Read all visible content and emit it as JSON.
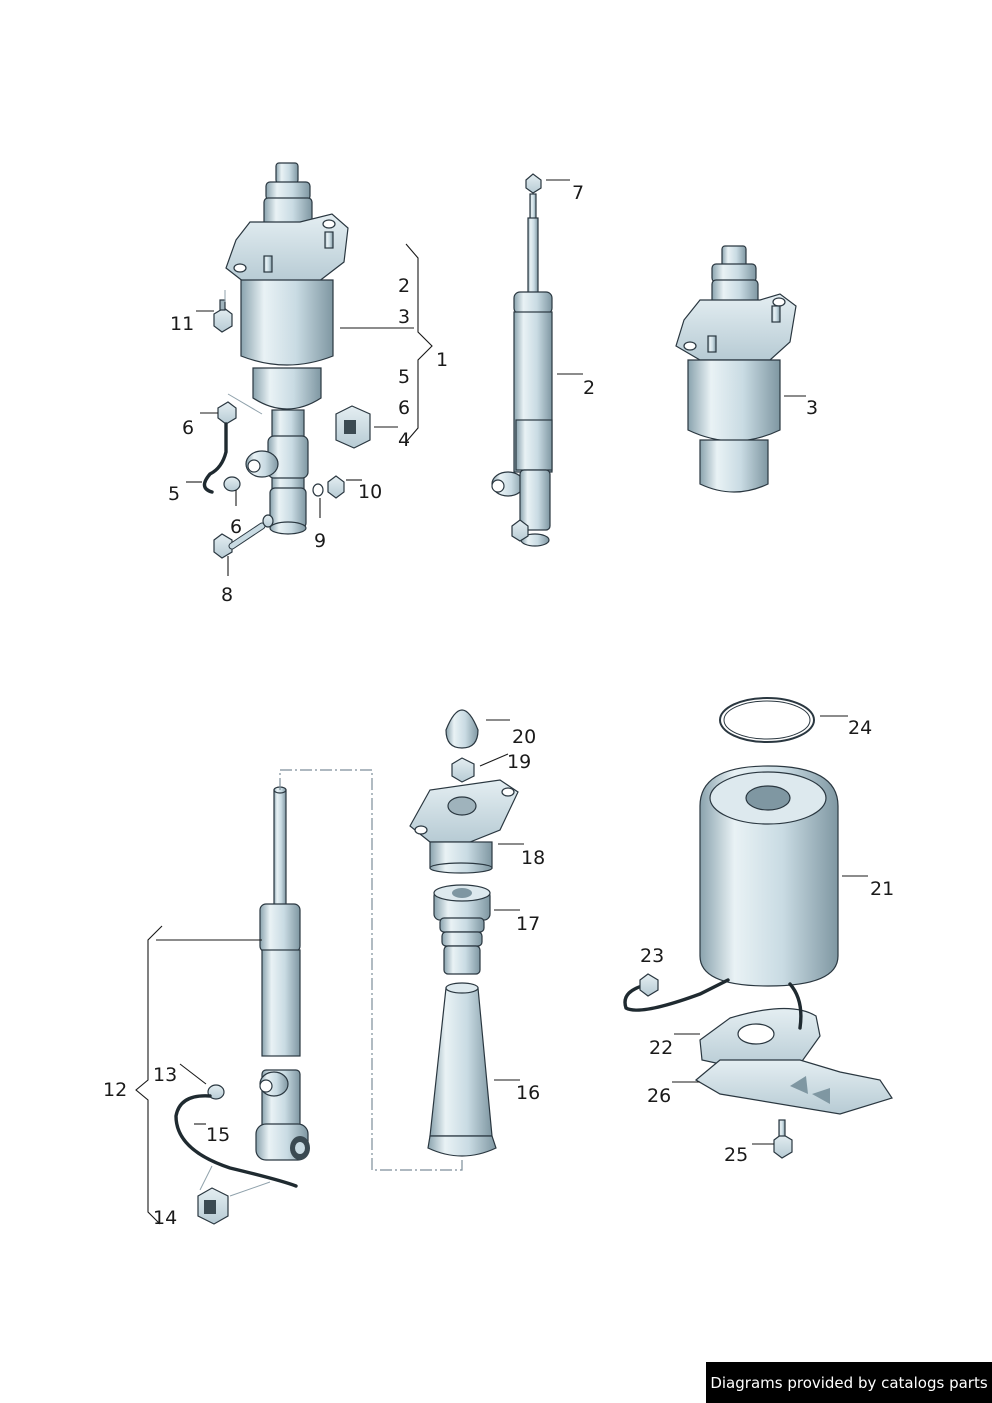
{
  "colors": {
    "part_fill": "#c9dbe3",
    "part_light": "#e9f2f5",
    "part_dark": "#7f97a2",
    "outline": "#2a3740",
    "text": "#1a1a1a"
  },
  "callouts": [
    "1",
    "2",
    "3",
    "4",
    "5",
    "6",
    "7",
    "8",
    "9",
    "10",
    "11",
    "12",
    "13",
    "14",
    "15",
    "16",
    "17",
    "18",
    "19",
    "20",
    "21",
    "22",
    "23",
    "24",
    "25",
    "26"
  ],
  "group1_labels": {
    "a": "2",
    "b": "3",
    "c": "5",
    "d": "6",
    "e": "4",
    "brace": "1"
  },
  "watermark": "Diagrams provided by catalogs parts"
}
